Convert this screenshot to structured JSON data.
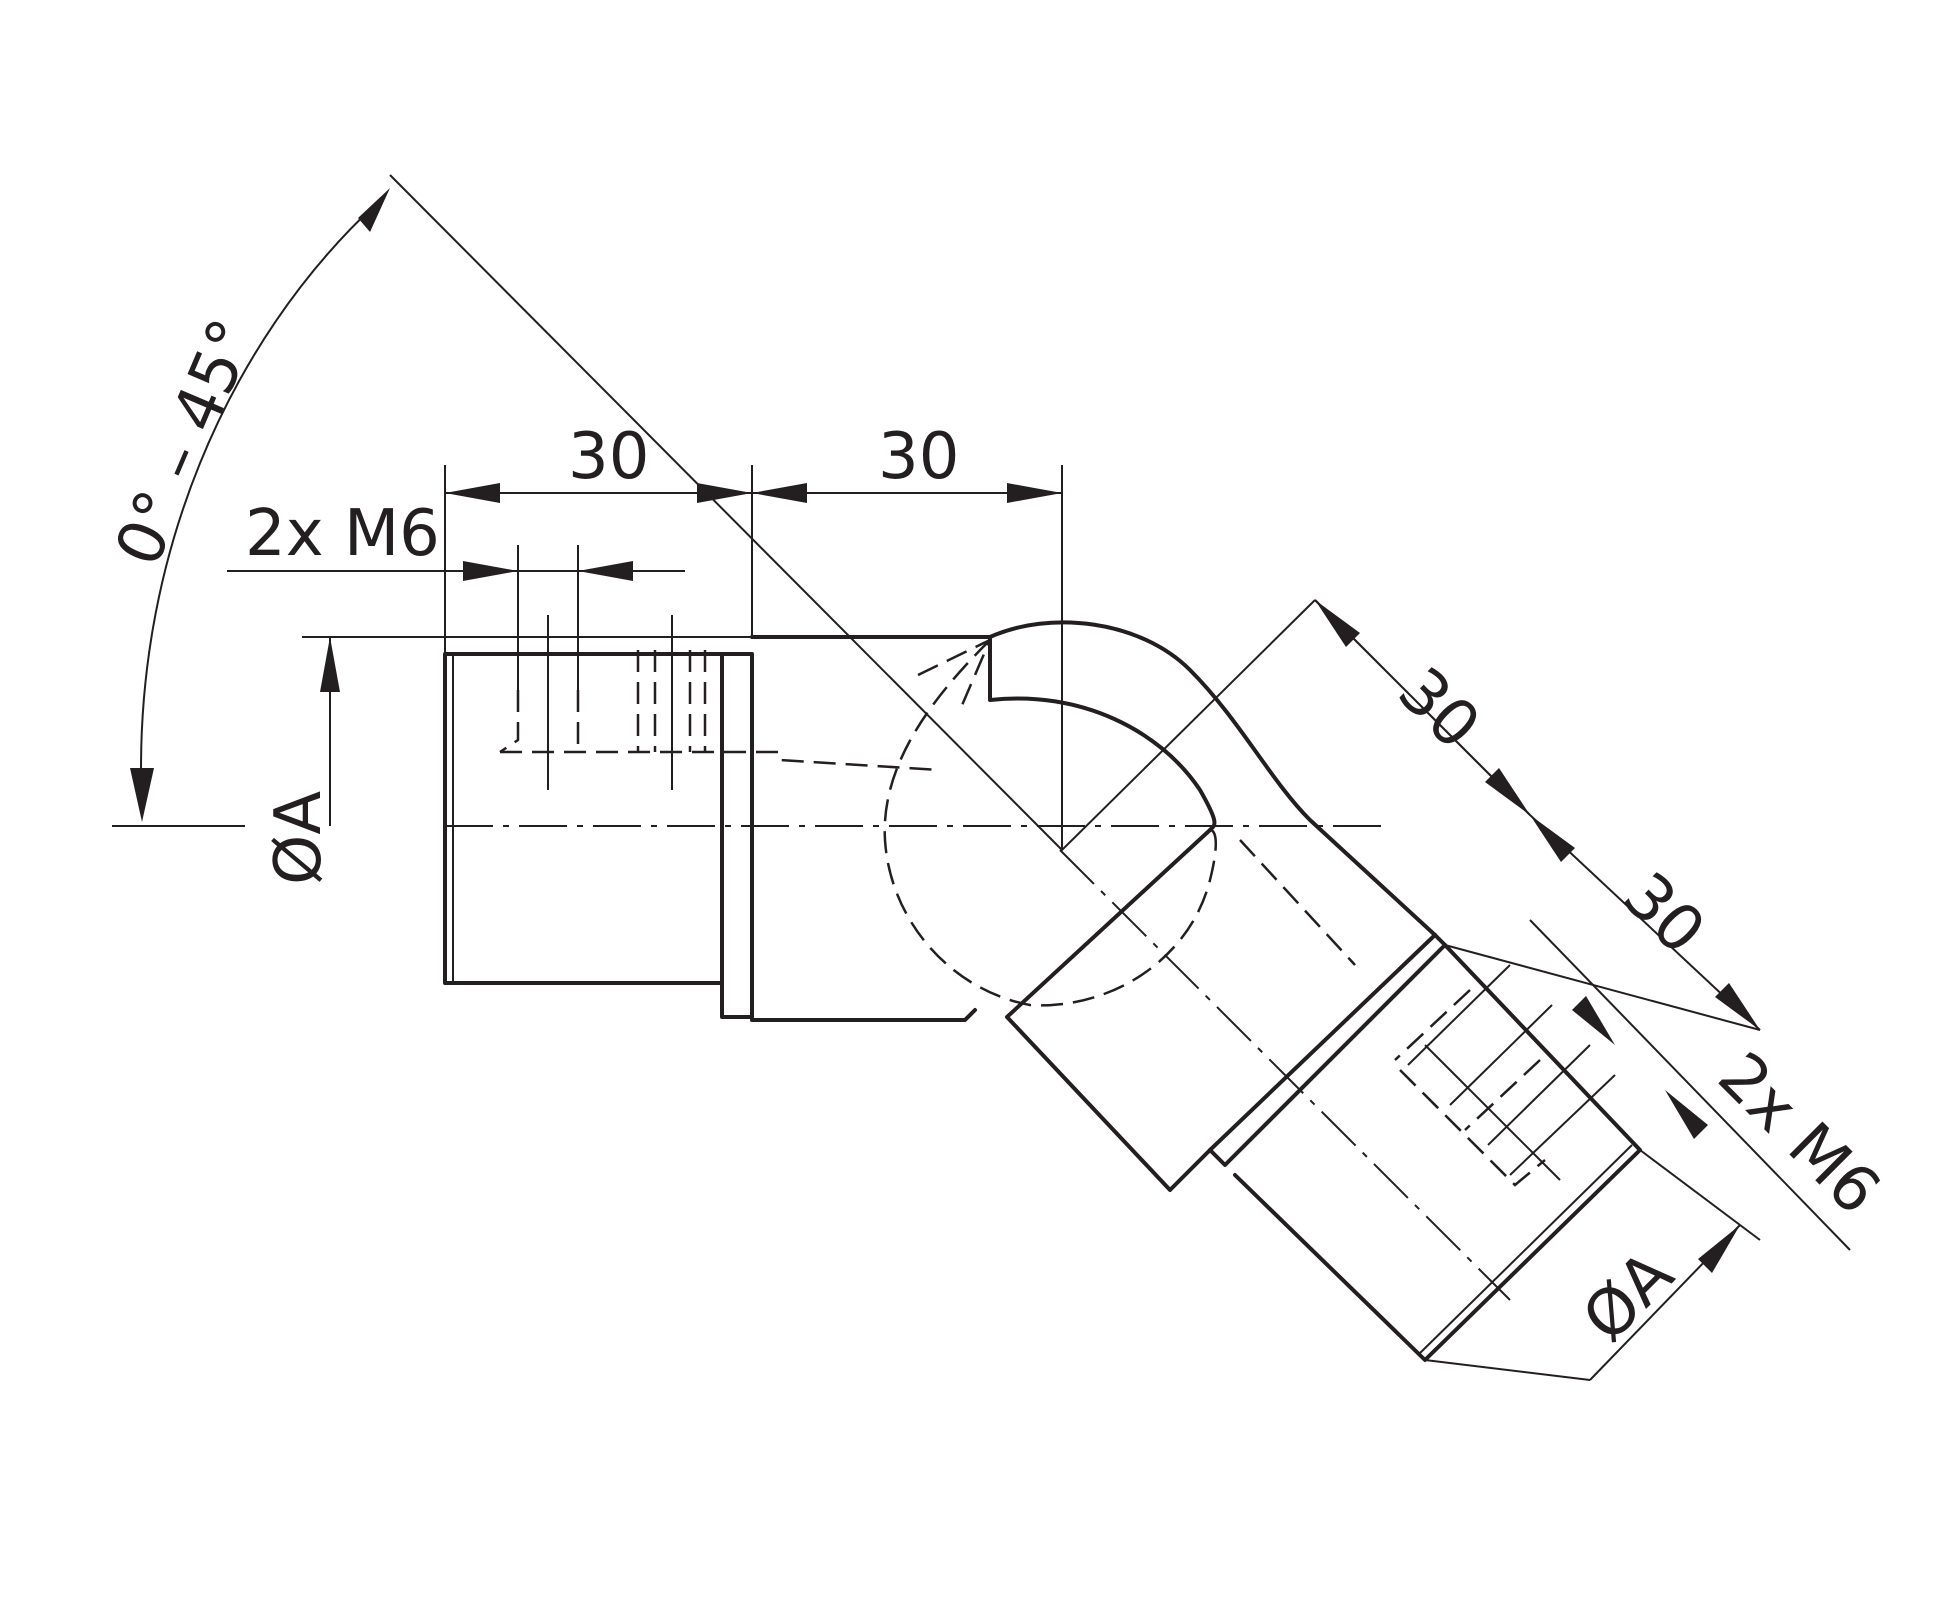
{
  "drawing": {
    "angle_label": "0° – 45°",
    "left": {
      "length_dim_1": "30",
      "length_dim_2": "30",
      "thread_label": "2x M6",
      "diameter_label": "ØA"
    },
    "right": {
      "length_dim_1": "30",
      "length_dim_2": "30",
      "thread_label": "2x M6",
      "diameter_label": "ØA"
    }
  }
}
